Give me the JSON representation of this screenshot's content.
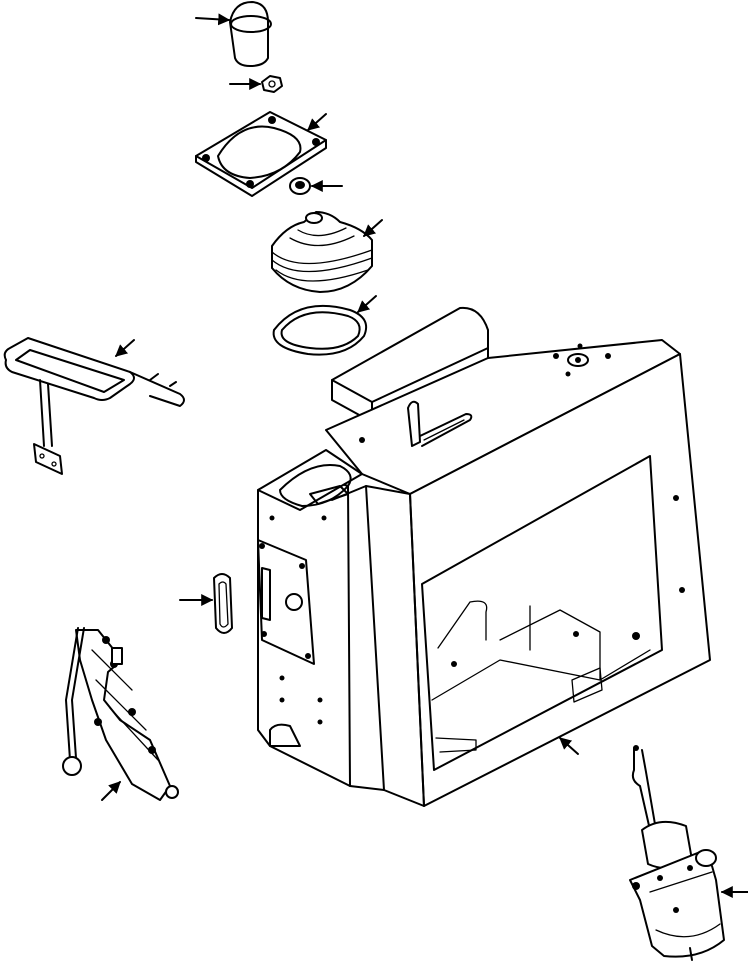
{
  "diagram": {
    "labels": [],
    "parts": [
      "knob",
      "nut",
      "plate",
      "grommet",
      "boot",
      "seal-ring",
      "frame-bracket",
      "slot-cover",
      "lever-linkage",
      "console-housing",
      "actuator"
    ]
  }
}
